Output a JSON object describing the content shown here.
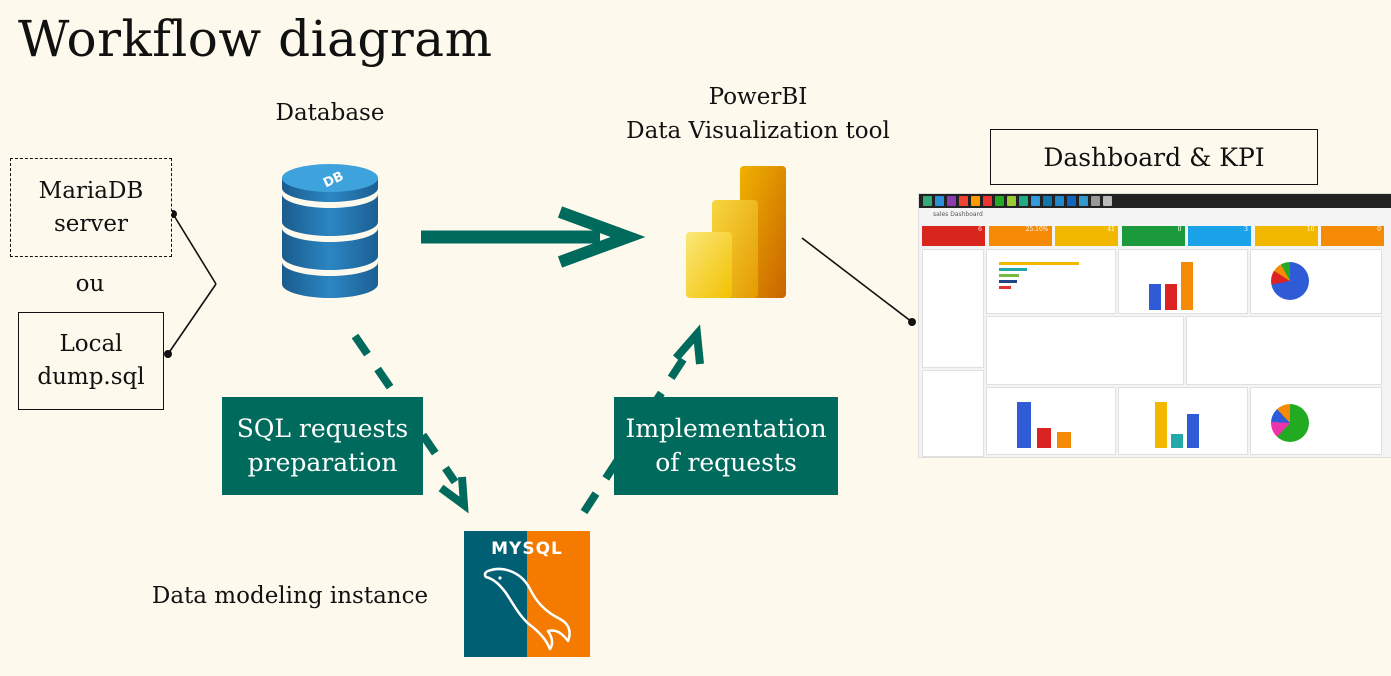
{
  "title": "Workflow diagram",
  "nodes": {
    "mariadb": "MariaDB\nserver",
    "or": "ou",
    "local_dump": "Local\ndump.sql",
    "database_label": "Database",
    "database_icon_text": "DB",
    "sql_prep": "SQL requests\npreparation",
    "data_modeling": "Data modeling instance",
    "mysql_logo_text": "MYSQL",
    "powerbi_label": "PowerBI\nData Visualization tool",
    "implementation": "Implementation\nof requests",
    "dashboard_label": "Dashboard & KPI"
  },
  "dashboard_preview": {
    "header": "sales Dashboard",
    "kpis": [
      {
        "value": "6",
        "color": "#d9261c"
      },
      {
        "value": "25.10%",
        "color": "#f58a07"
      },
      {
        "value": "41",
        "color": "#f2b800"
      },
      {
        "value": "0",
        "color": "#1a9a3a"
      },
      {
        "value": "3",
        "color": "#1aa3e8"
      },
      {
        "value": "10",
        "color": "#f2b800"
      },
      {
        "value": "0",
        "color": "#f58a07"
      }
    ]
  },
  "colors": {
    "teal": "#006b5c",
    "background": "#fdf9ec",
    "powerbi_dark": "#d27a00",
    "powerbi_mid": "#f2b400",
    "powerbi_light": "#f8d000"
  }
}
